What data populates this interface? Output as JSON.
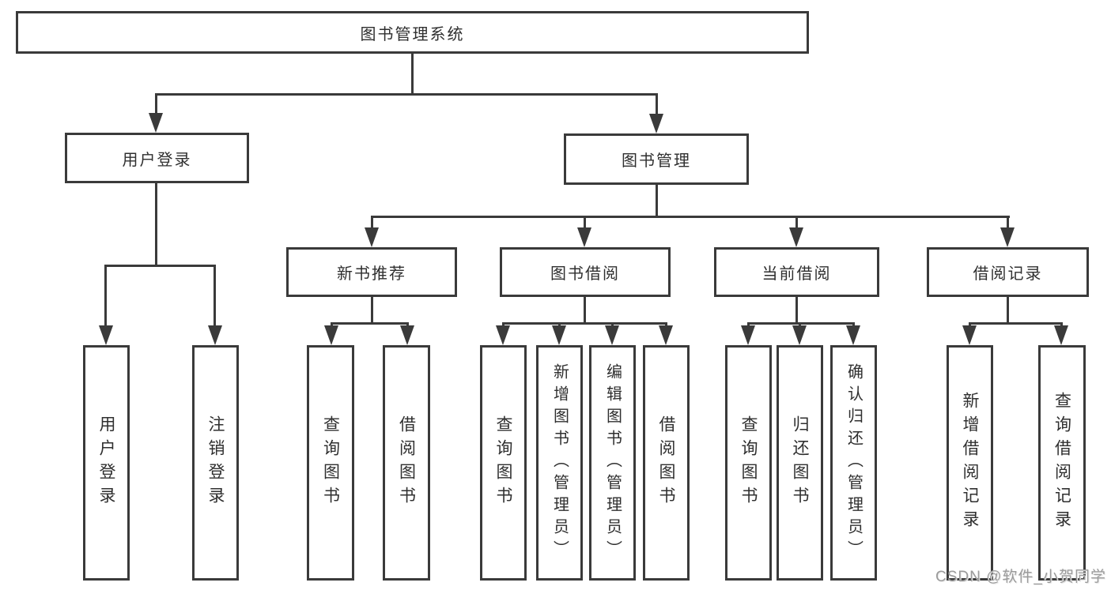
{
  "diagram": {
    "root": {
      "label": "图书管理系统",
      "children": [
        {
          "label": "用户登录",
          "children": [
            {
              "label": "用户登录"
            },
            {
              "label": "注销登录"
            }
          ]
        },
        {
          "label": "图书管理",
          "children": [
            {
              "label": "新书推荐",
              "children": [
                {
                  "label": "查询图书"
                },
                {
                  "label": "借阅图书"
                }
              ]
            },
            {
              "label": "图书借阅",
              "children": [
                {
                  "label": "查询图书"
                },
                {
                  "label": "新增图书（管理员）"
                },
                {
                  "label": "编辑图书（管理员）"
                },
                {
                  "label": "借阅图书"
                }
              ]
            },
            {
              "label": "当前借阅",
              "children": [
                {
                  "label": "查询图书"
                },
                {
                  "label": "归还图书"
                },
                {
                  "label": "确认归还（管理员）"
                }
              ]
            },
            {
              "label": "借阅记录",
              "children": [
                {
                  "label": "新增借阅记录"
                },
                {
                  "label": "查询借阅记录"
                }
              ]
            }
          ]
        }
      ]
    }
  },
  "watermark": {
    "text": "CSDN @软件_小贺同学"
  },
  "colors": {
    "line": "#3a3a3a",
    "text": "#2f2f2f",
    "watermark": "#9b9b9b",
    "background": "#ffffff"
  }
}
